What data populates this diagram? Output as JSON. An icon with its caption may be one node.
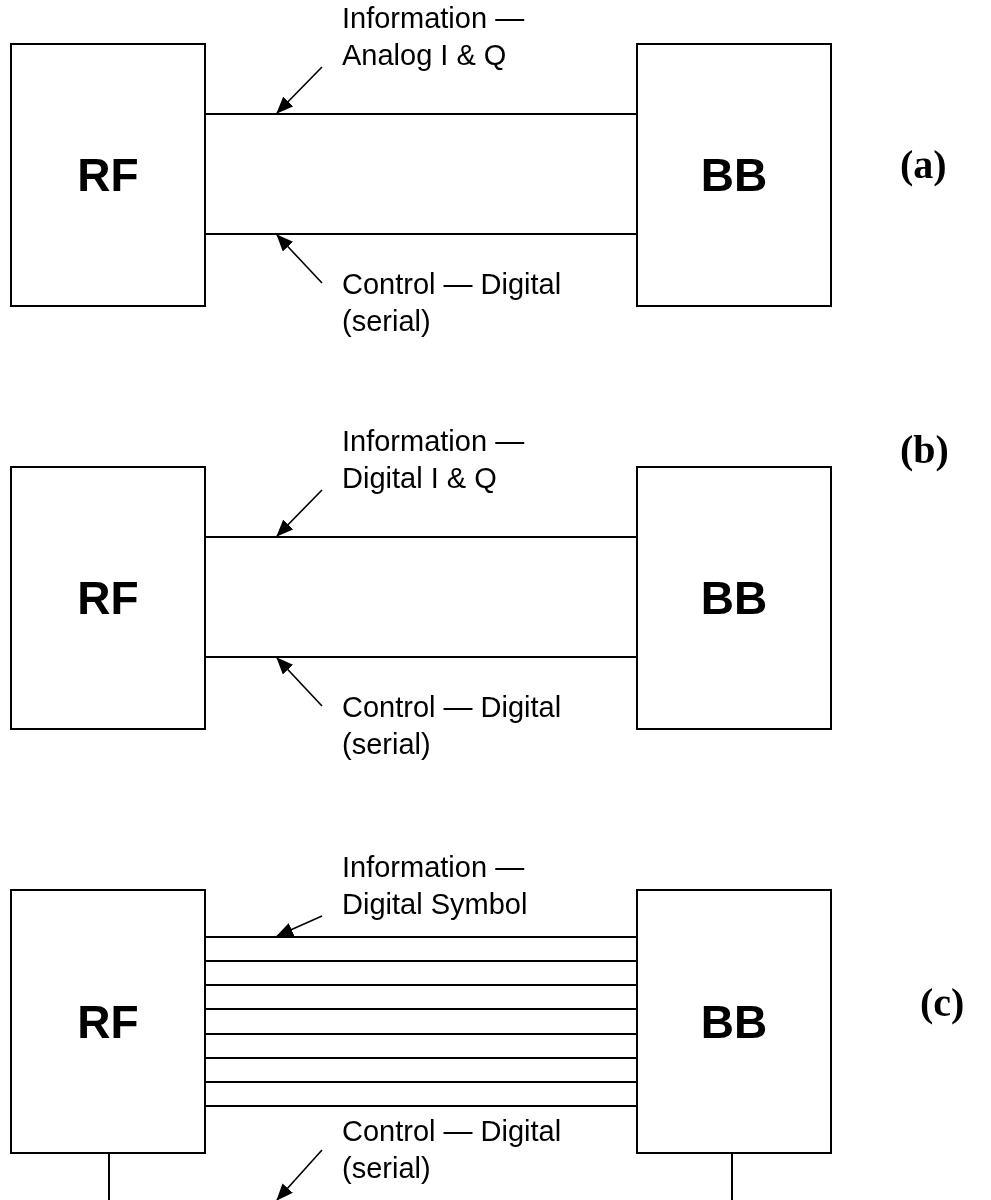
{
  "diagram": {
    "nodes": [
      {
        "text": [
          "RF"
        ]
      },
      {
        "text": [
          "BB"
        ]
      },
      {
        "text": [
          "Information — Analog I & Q"
        ]
      },
      {
        "text": [
          "Control — Digital (serial)"
        ]
      },
      {
        "text": [
          "RF"
        ]
      },
      {
        "text": [
          "BB"
        ]
      },
      {
        "text": [
          "Information — Digital I & Q"
        ]
      },
      {
        "text": [
          "Control — Digital (serial)"
        ]
      },
      {
        "text": [
          "RF"
        ]
      },
      {
        "text": [
          "BB"
        ]
      },
      {
        "text": [
          "Information — Digital Symbol"
        ]
      },
      {
        "text": [
          "Control — Digital (serial)"
        ]
      }
    ],
    "edges": [
      {
        "from": 0,
        "to": 1,
        "arrow": "none"
      },
      {
        "from": 0,
        "to": 1,
        "arrow": "none"
      },
      {
        "from": 2,
        "to": null,
        "arrow": "to"
      },
      {
        "from": 3,
        "to": null,
        "arrow": "to"
      },
      {
        "from": 4,
        "to": 5,
        "arrow": "none"
      },
      {
        "from": 4,
        "to": 5,
        "arrow": "none"
      },
      {
        "from": 6,
        "to": null,
        "arrow": "to"
      },
      {
        "from": 7,
        "to": null,
        "arrow": "to"
      },
      {
        "from": 8,
        "to": 9,
        "arrow": "none"
      },
      {
        "from": 8,
        "to": 9,
        "arrow": "none"
      },
      {
        "from": 8,
        "to": 9,
        "arrow": "none"
      },
      {
        "from": 8,
        "to": 9,
        "arrow": "none"
      },
      {
        "from": 8,
        "to": 9,
        "arrow": "none"
      },
      {
        "from": 8,
        "to": 9,
        "arrow": "none"
      },
      {
        "from": 8,
        "to": 9,
        "arrow": "none"
      },
      {
        "from": 8,
        "to": 9,
        "arrow": "none"
      },
      {
        "from": 10,
        "to": null,
        "arrow": "to"
      },
      {
        "from": 11,
        "to": null,
        "arrow": "to"
      },
      {
        "from": 8,
        "to": null,
        "arrow": "none"
      },
      {
        "from": 9,
        "to": null,
        "arrow": "none"
      }
    ],
    "labels": [
      "(a)",
      "(b)",
      "(c)"
    ]
  }
}
